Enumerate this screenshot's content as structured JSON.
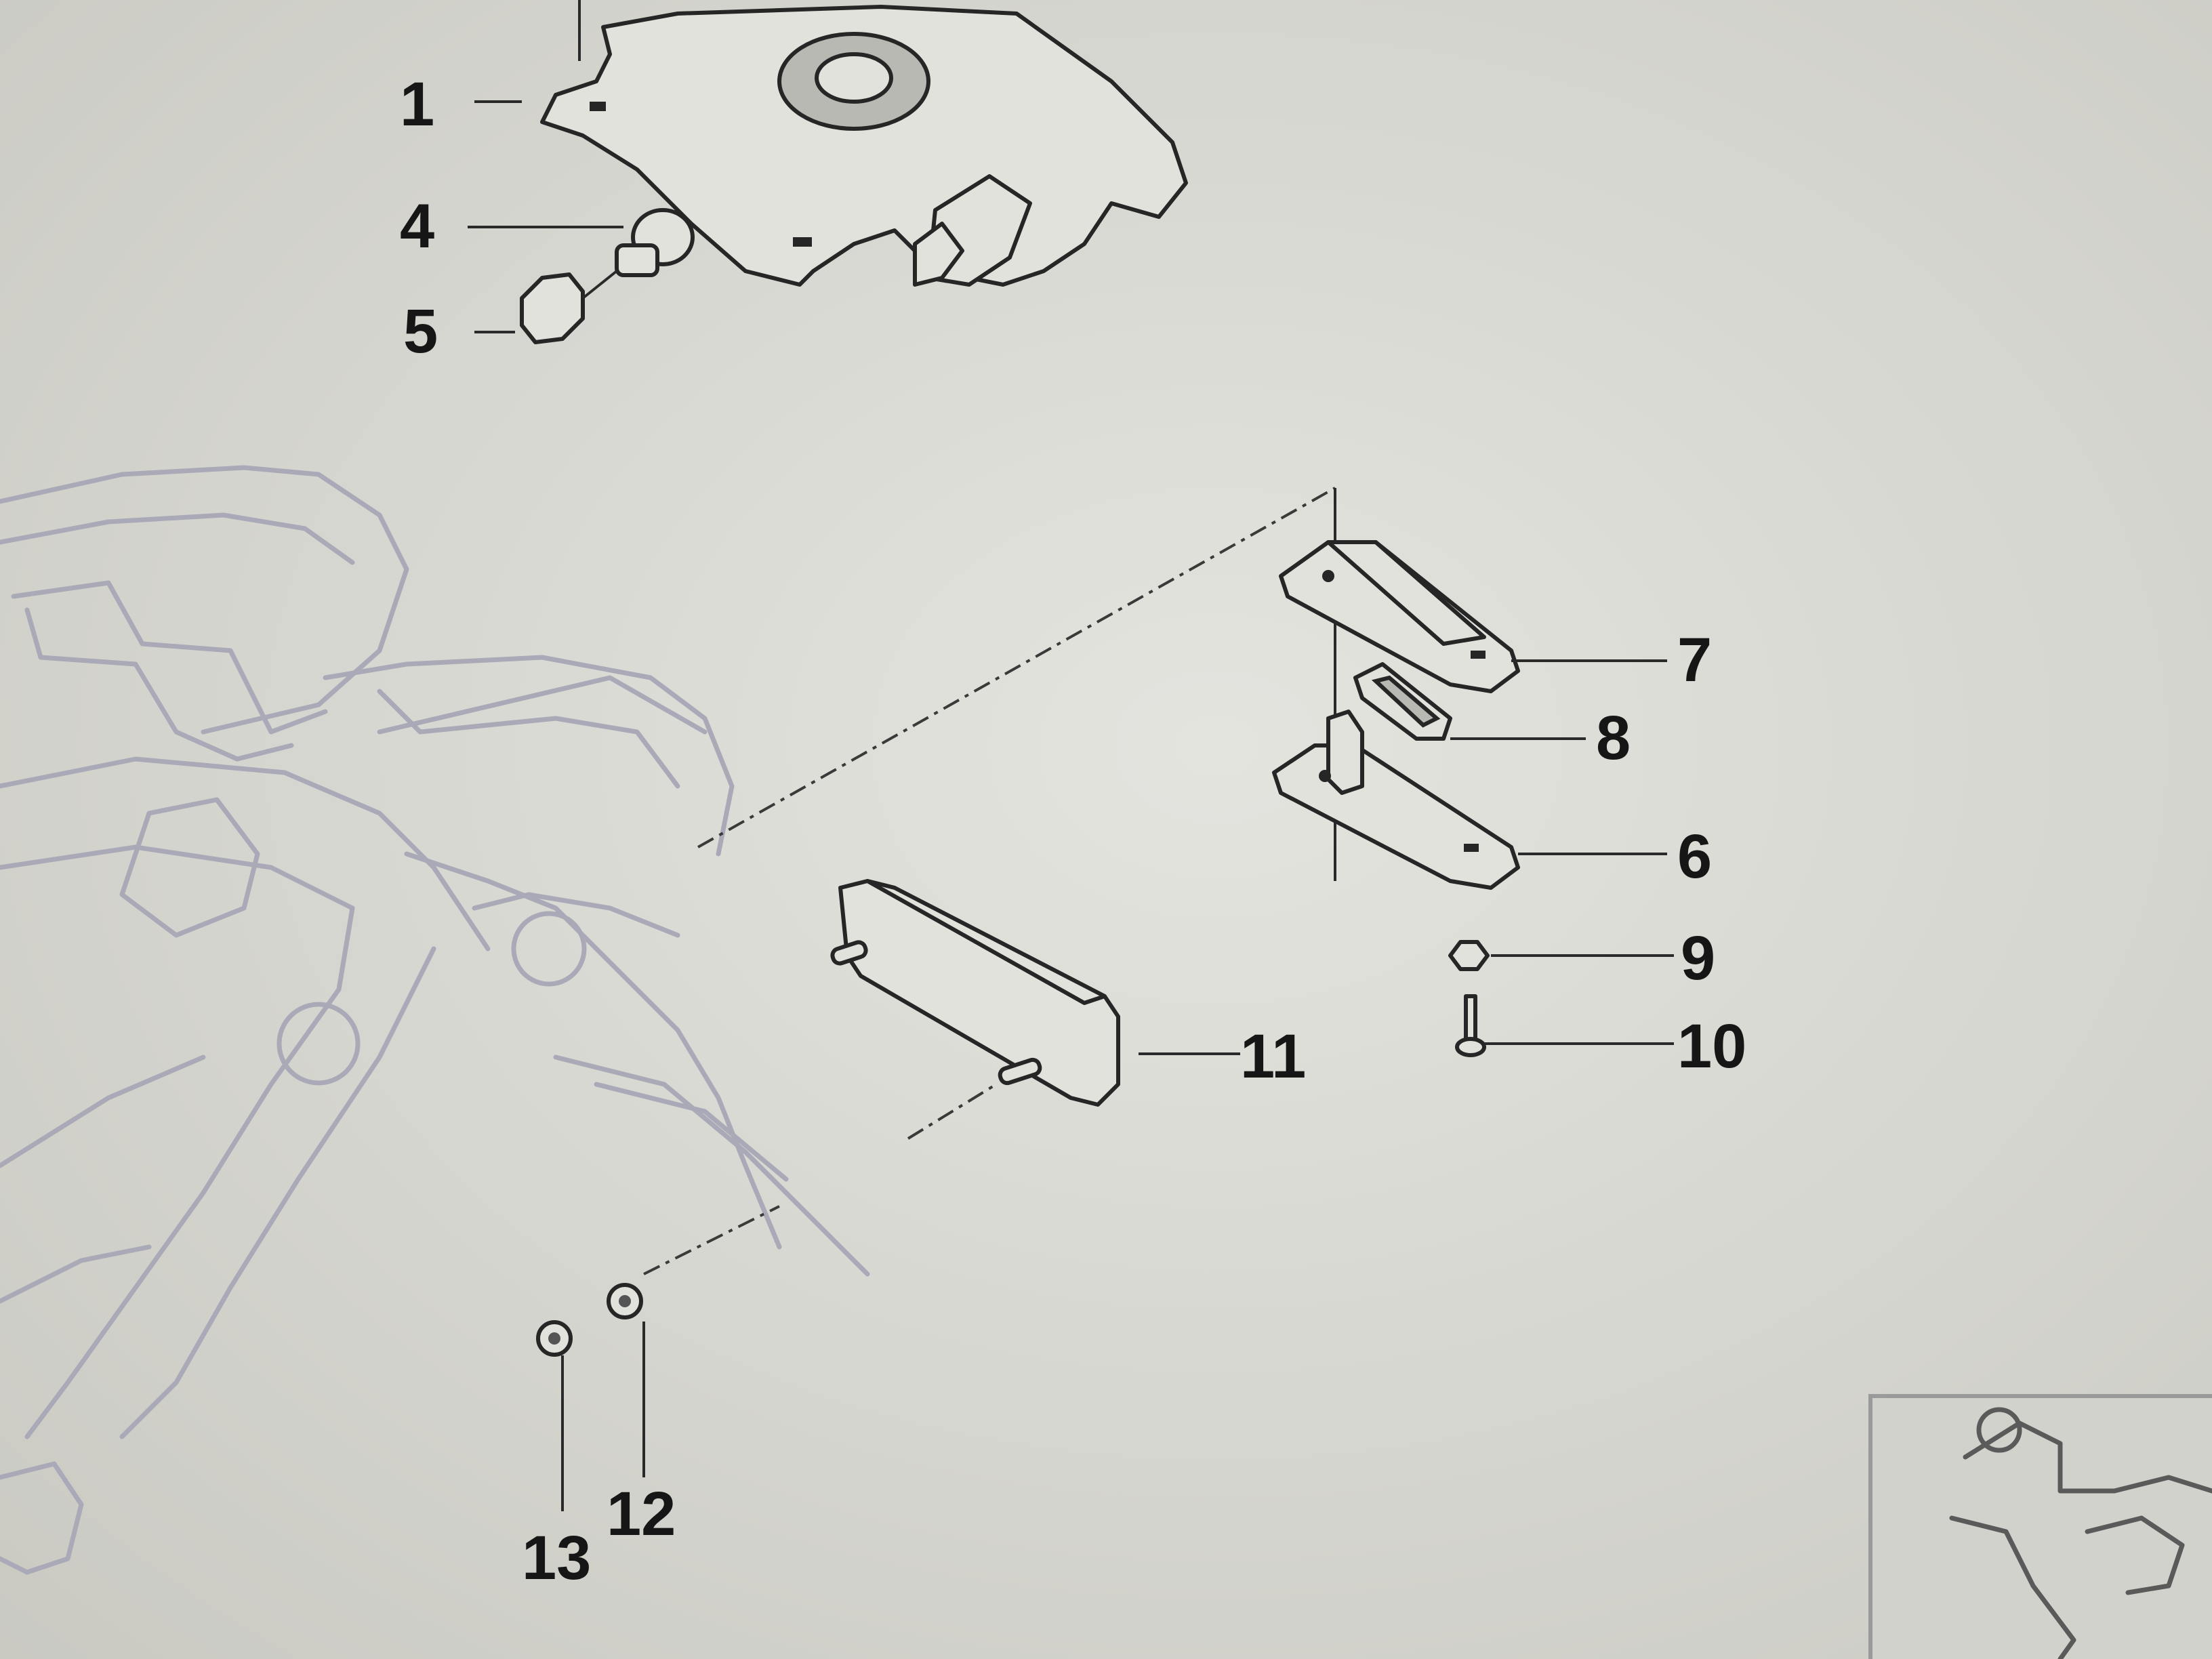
{
  "diagram": {
    "callouts": [
      {
        "id": "c1",
        "text": "1"
      },
      {
        "id": "c4",
        "text": "4"
      },
      {
        "id": "c5",
        "text": "5"
      },
      {
        "id": "c7",
        "text": "7"
      },
      {
        "id": "c8",
        "text": "8"
      },
      {
        "id": "c6",
        "text": "6"
      },
      {
        "id": "c9",
        "text": "9"
      },
      {
        "id": "c10",
        "text": "10"
      },
      {
        "id": "c11",
        "text": "11"
      },
      {
        "id": "c12",
        "text": "12"
      },
      {
        "id": "c13",
        "text": "13"
      }
    ]
  }
}
